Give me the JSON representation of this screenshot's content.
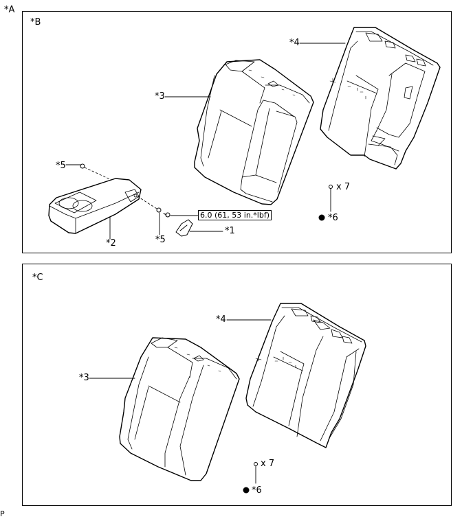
{
  "figure": {
    "top_label": "*A",
    "footer_code": "P",
    "panel_b": {
      "label": "*B",
      "callouts": {
        "c1": "*1",
        "c2": "*2",
        "c3": "*3",
        "c4": "*4",
        "c5a": "*5",
        "c5b": "*5",
        "c6": "*6"
      },
      "quantity": "x 7",
      "torque": "6.0 (61, 53 in.*lbf)"
    },
    "panel_c": {
      "label": "*C",
      "callouts": {
        "c3": "*3",
        "c4": "*4",
        "c6": "*6"
      },
      "quantity": "x 7"
    }
  }
}
